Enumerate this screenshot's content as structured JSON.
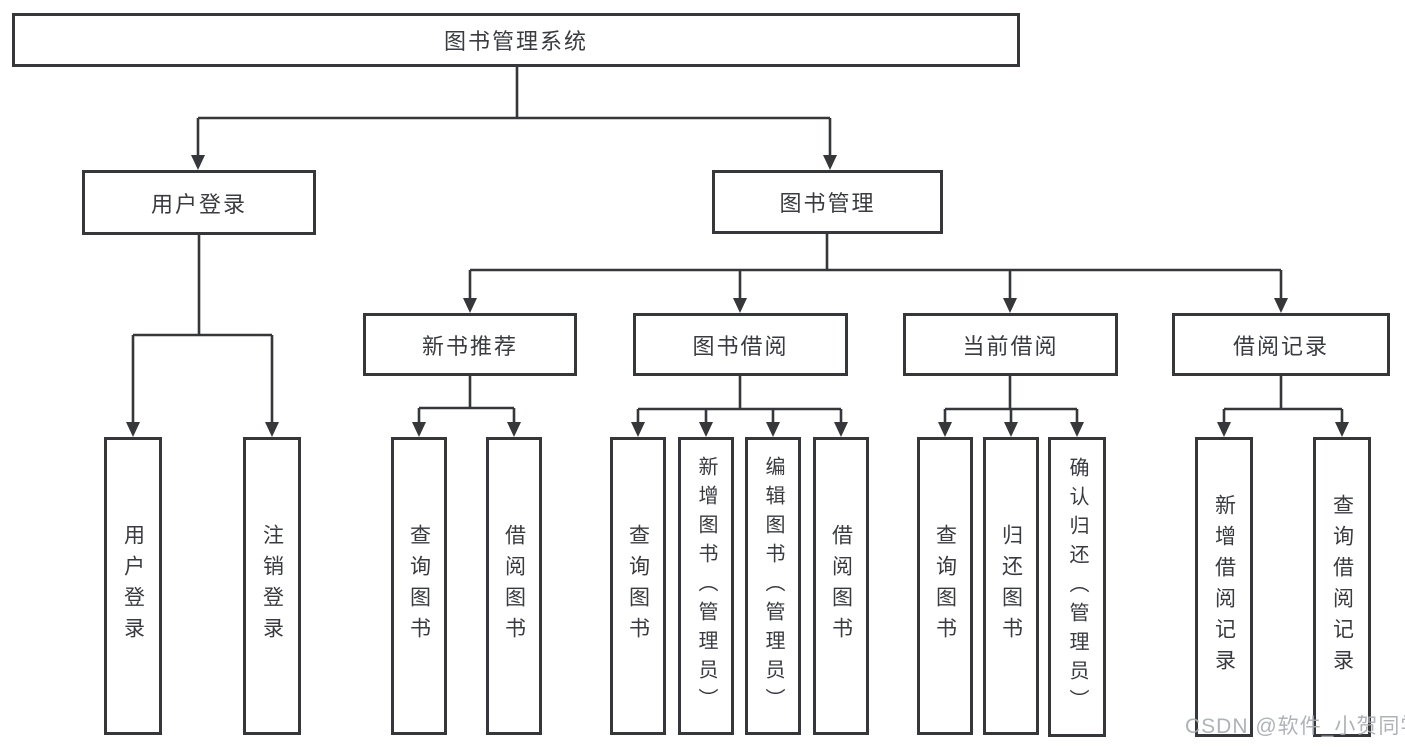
{
  "diagram": {
    "root": "图书管理系统",
    "level2": [
      "用户登录",
      "图书管理"
    ],
    "level3": [
      "新书推荐",
      "图书借阅",
      "当前借阅",
      "借阅记录"
    ],
    "leaves": [
      {
        "parent": "用户登录",
        "label": "用户登录"
      },
      {
        "parent": "用户登录",
        "label": "注销登录"
      },
      {
        "parent": "新书推荐",
        "label": "查询图书"
      },
      {
        "parent": "新书推荐",
        "label": "借阅图书"
      },
      {
        "parent": "图书借阅",
        "label": "查询图书"
      },
      {
        "parent": "图书借阅",
        "label": "新增图书（管理员）"
      },
      {
        "parent": "图书借阅",
        "label": "编辑图书（管理员）"
      },
      {
        "parent": "图书借阅",
        "label": "借阅图书"
      },
      {
        "parent": "当前借阅",
        "label": "查询图书"
      },
      {
        "parent": "当前借阅",
        "label": "归还图书"
      },
      {
        "parent": "当前借阅",
        "label": "确认归还（管理员）"
      },
      {
        "parent": "借阅记录",
        "label": "新增借阅记录"
      },
      {
        "parent": "借阅记录",
        "label": "查询借阅记录"
      }
    ]
  },
  "watermark": {
    "text": "CSDN @软件_小贺同学"
  },
  "colors": {
    "line": "#36373b",
    "text": "#3a3b40",
    "box_fill": "#ffffff",
    "watermark": "#a7acb2",
    "background": "#ffffff"
  }
}
